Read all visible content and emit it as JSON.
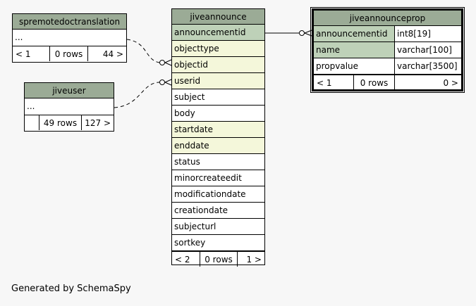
{
  "tables": {
    "spremotedoctranslation": {
      "name": "spremotedoctranslation",
      "body": "...",
      "footer": {
        "parents": "< 1",
        "rows": "0 rows",
        "children": "44 >"
      }
    },
    "jiveuser": {
      "name": "jiveuser",
      "body": "...",
      "footer": {
        "parents": "",
        "rows": "49 rows",
        "children": "127 >"
      }
    },
    "jiveannounce": {
      "name": "jiveannounce",
      "columns": [
        {
          "name": "announcementid",
          "kind": "pk"
        },
        {
          "name": "objecttype",
          "kind": "fk"
        },
        {
          "name": "objectid",
          "kind": "fk"
        },
        {
          "name": "userid",
          "kind": "fk"
        },
        {
          "name": "subject",
          "kind": "plain"
        },
        {
          "name": "body",
          "kind": "plain"
        },
        {
          "name": "startdate",
          "kind": "fk"
        },
        {
          "name": "enddate",
          "kind": "fk"
        },
        {
          "name": "status",
          "kind": "plain"
        },
        {
          "name": "minorcreateedit",
          "kind": "plain"
        },
        {
          "name": "modificationdate",
          "kind": "plain"
        },
        {
          "name": "creationdate",
          "kind": "plain"
        },
        {
          "name": "subjecturl",
          "kind": "plain"
        },
        {
          "name": "sortkey",
          "kind": "plain"
        }
      ],
      "footer": {
        "parents": "< 2",
        "rows": "0 rows",
        "children": "1 >"
      }
    },
    "jiveannounceprop": {
      "name": "jiveannounceprop",
      "columns": [
        {
          "name": "announcementid",
          "type": "int8[19]",
          "kind": "pk"
        },
        {
          "name": "name",
          "type": "varchar[100]",
          "kind": "pk"
        },
        {
          "name": "propvalue",
          "type": "varchar[3500]",
          "kind": "plain"
        }
      ],
      "footer": {
        "parents": "< 1",
        "rows": "0 rows",
        "children": "0 >"
      }
    }
  },
  "generated_by": "Generated by SchemaSpy",
  "colors": {
    "header": "#9bab96",
    "primary_key": "#bed1b8",
    "indexed": "#f4f7da",
    "background": "#f7f7f7"
  }
}
